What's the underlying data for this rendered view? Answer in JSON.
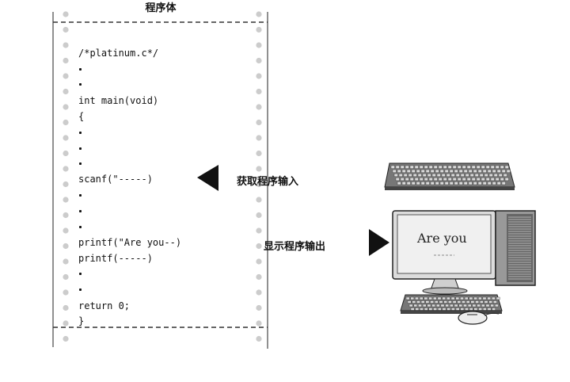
{
  "title": "程序体",
  "code": {
    "comment": "/*platinum.c*/",
    "main_decl": "int main(void)",
    "open_brace": "{",
    "scanf_line": "scanf(\"-----)",
    "printf_line1": "printf(\"Are you--)",
    "printf_line2": "printf(-----)",
    "return_line": "return 0;",
    "close_brace": "}"
  },
  "labels": {
    "input": "获取程序输入",
    "output": "显示程序输出"
  },
  "screen": {
    "text": "Are you"
  },
  "colors": {
    "ink": "#111111",
    "dash": "#999999",
    "hole": "#cccccc"
  }
}
